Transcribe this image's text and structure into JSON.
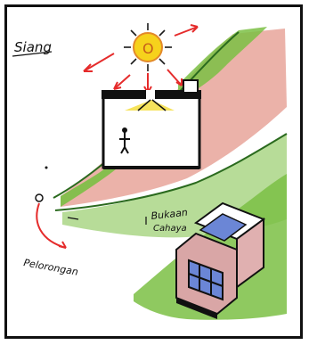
{
  "labels": {
    "siang": "Siang",
    "pelorongan": "Pelorongan",
    "bukaan_line1": "Bukaan",
    "bukaan_line2": "Cahaya"
  },
  "colors": {
    "hill_red": "#e7a49a",
    "hill_green": "#7bbf44",
    "sun_yellow": "#f6d21c",
    "sun_orange": "#e3892a",
    "arrow_red": "#e52b2b",
    "light_yellow": "#f5e04a",
    "window_blue": "#6b86d6",
    "box_pink": "#d9a6a6"
  }
}
